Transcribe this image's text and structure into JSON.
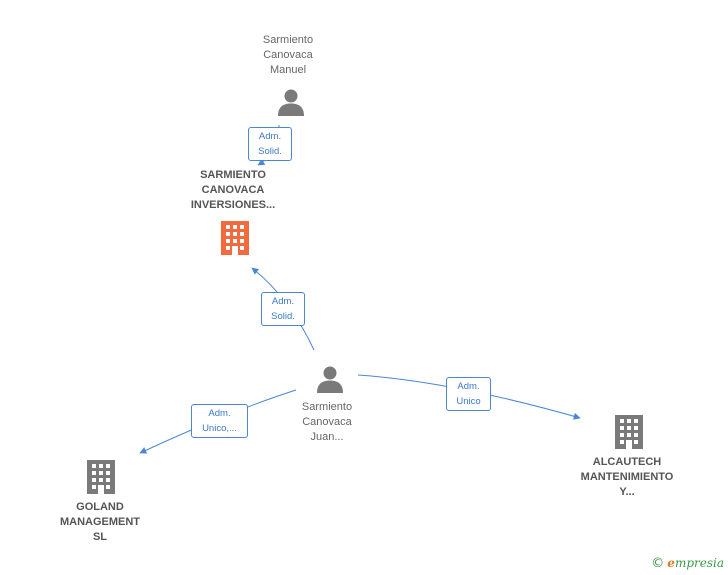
{
  "nodes": {
    "person_manuel": {
      "lines": [
        "Sarmiento",
        "Canovaca",
        "Manuel"
      ]
    },
    "company_inversiones": {
      "lines": [
        "SARMIENTO",
        "CANOVACA",
        "INVERSIONES..."
      ]
    },
    "person_juan": {
      "lines": [
        "Sarmiento",
        "Canovaca",
        "Juan..."
      ]
    },
    "company_goland": {
      "lines": [
        "GOLAND",
        "MANAGEMENT",
        "SL"
      ]
    },
    "company_alcautech": {
      "lines": [
        "ALCAUTECH",
        "MANTENIMIENTO",
        "Y..."
      ]
    }
  },
  "edges": {
    "manuel_to_inversiones": {
      "lines": [
        "Adm.",
        "Solid."
      ]
    },
    "juan_to_inversiones": {
      "lines": [
        "Adm.",
        "Solid."
      ]
    },
    "juan_to_goland": {
      "lines": [
        "Adm.",
        "Unico,..."
      ]
    },
    "juan_to_alcautech": {
      "lines": [
        "Adm.",
        "Unico"
      ]
    }
  },
  "colors": {
    "edge": "#4a86d6",
    "company_highlight": "#f26a3d",
    "company_default": "#7a7a7a",
    "person": "#7a7a7a"
  },
  "footer": {
    "copyright_symbol": "©",
    "brand_initial": "e",
    "brand_rest": "mpresia"
  }
}
